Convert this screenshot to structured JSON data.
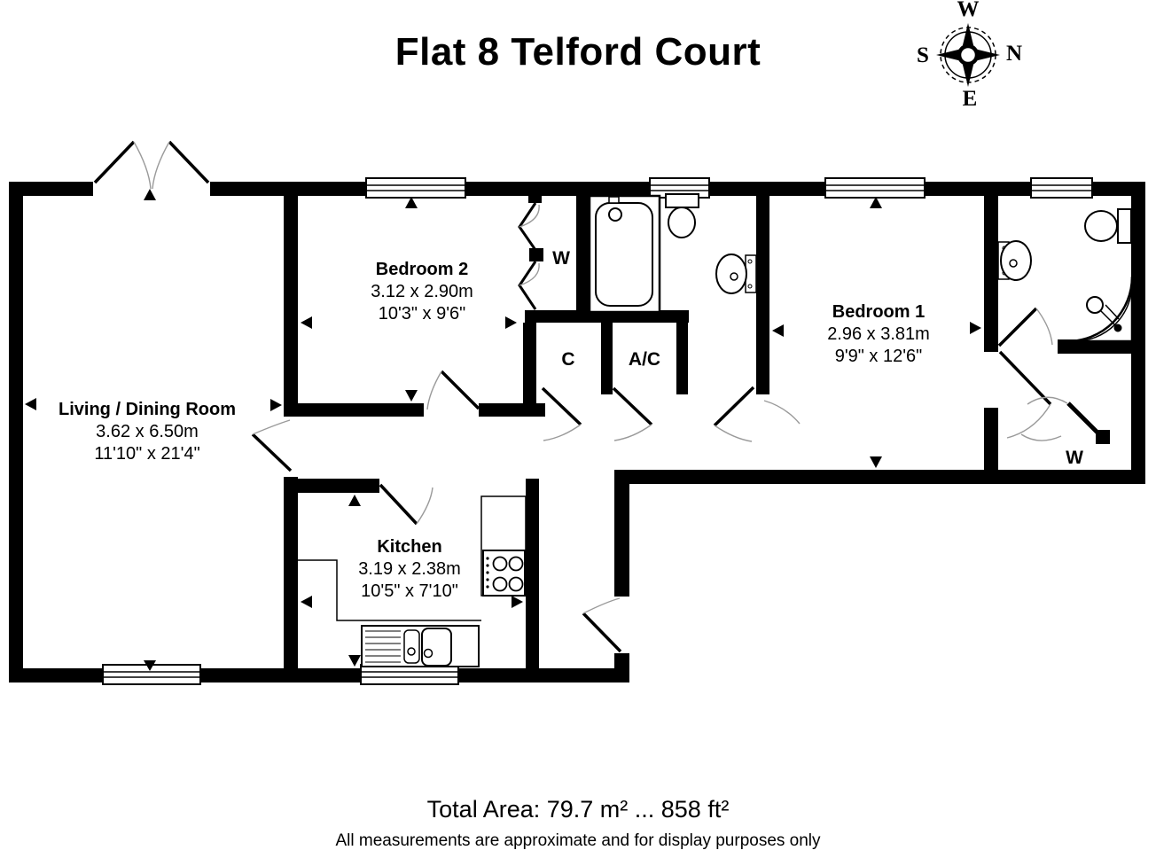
{
  "title": "Flat 8 Telford Court",
  "compass": {
    "top": "W",
    "bottom": "E",
    "left": "S",
    "right": "N"
  },
  "rooms": [
    {
      "name": "Living / Dining Room",
      "metric": "3.62 x 6.50m",
      "imperial": "11'10\" x 21'4\""
    },
    {
      "name": "Bedroom 2",
      "metric": "3.12 x 2.90m",
      "imperial": "10'3\" x 9'6\""
    },
    {
      "name": "Bedroom 1",
      "metric": "2.96 x 3.81m",
      "imperial": "9'9\" x 12'6\""
    },
    {
      "name": "Kitchen",
      "metric": "3.19 x 2.38m",
      "imperial": "10'5\" x 7'10\""
    }
  ],
  "labels": {
    "closet": "C",
    "airing_cupboard": "A/C",
    "wardrobe": "W"
  },
  "footer": {
    "total_area": "Total Area: 79.7 m² ... 858 ft²",
    "disclaimer": "All measurements are approximate and for display purposes only"
  },
  "colors": {
    "walls": "#000000",
    "background": "#ffffff",
    "door_arc": "#9a9a9a"
  }
}
